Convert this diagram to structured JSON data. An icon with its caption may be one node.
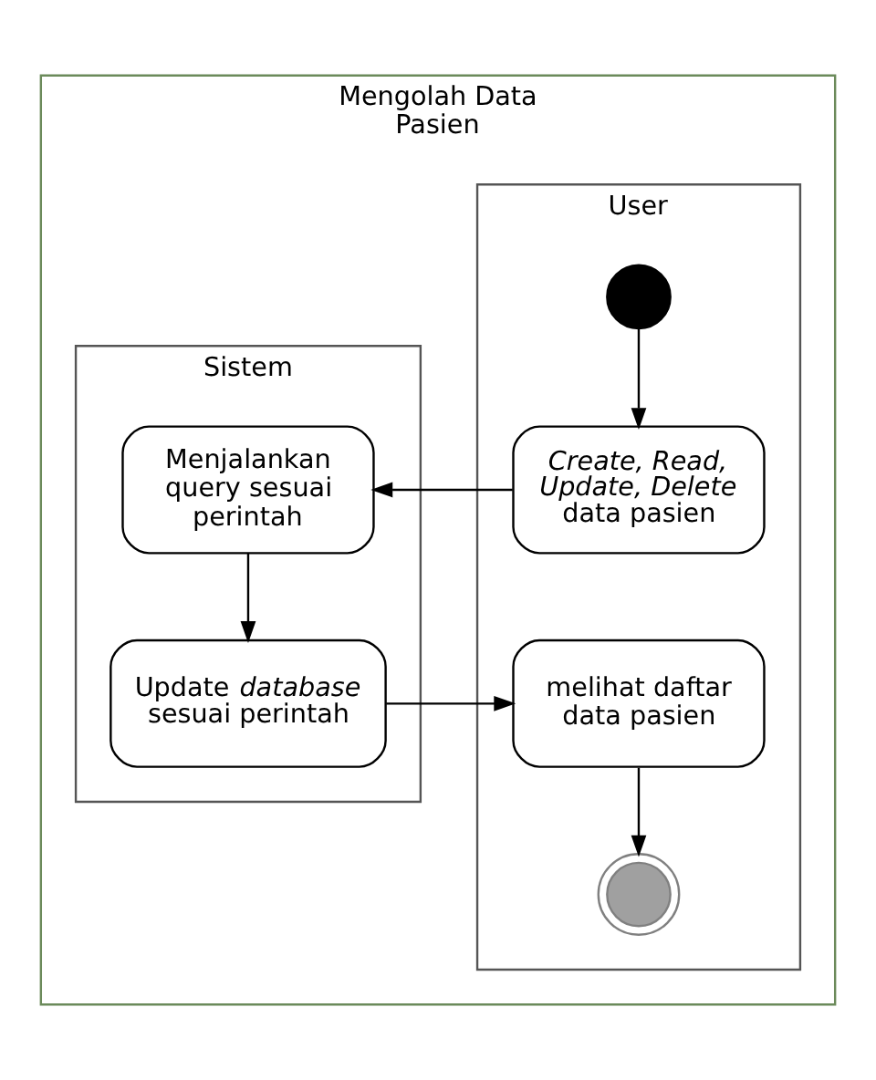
{
  "diagram": {
    "nodes": [
      {
        "text": [
          "Mengolah Data Pasien"
        ]
      },
      {
        "text": [
          "User"
        ],
        "in": 0
      },
      {
        "text": [
          "Sistem"
        ],
        "in": 0
      },
      {
        "text": [],
        "shape": "circle",
        "in": 1
      },
      {
        "text": [
          "*Create, Read, Update, Delete* data pasien"
        ],
        "in": 1
      },
      {
        "text": [
          "Menjalankan query sesuai perintah"
        ],
        "in": 2
      },
      {
        "text": [
          "Update *database* sesuai perintah"
        ],
        "in": 2
      },
      {
        "text": [
          "melihat daftar data pasien"
        ],
        "in": 1
      },
      {
        "text": [],
        "shape": "circle",
        "in": 1
      }
    ],
    "edges": [
      {
        "from": 3,
        "to": 4,
        "arrow": "to"
      },
      {
        "from": 4,
        "to": 5,
        "arrow": "to"
      },
      {
        "from": 5,
        "to": 6,
        "arrow": "to"
      },
      {
        "from": 6,
        "to": 7,
        "arrow": "to"
      },
      {
        "from": 7,
        "to": 8,
        "arrow": "to"
      }
    ]
  }
}
